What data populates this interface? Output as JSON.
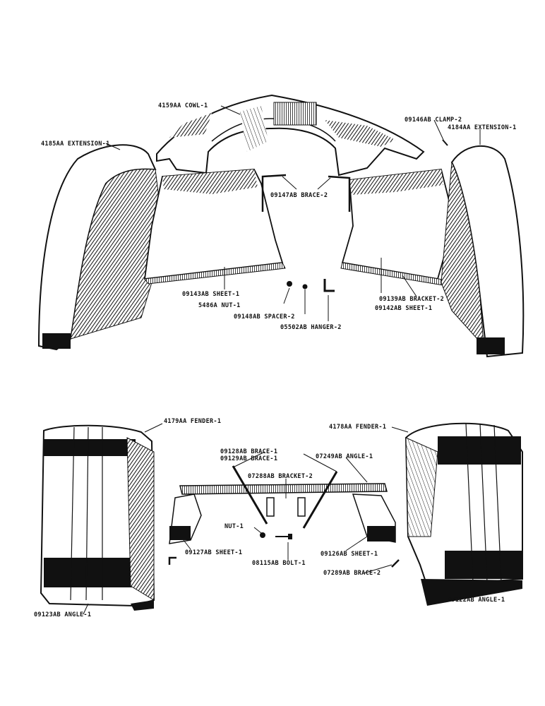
{
  "labels": {
    "cowl": "4159AA COWL-1",
    "clamp": "09146AB CLAMP-2",
    "ext_left": "4185AA EXTENSION-1",
    "ext_right": "4184AA EXTENSION-1",
    "brace_top": "09147AB BRACE-2",
    "sheet_09143": "09143AB SHEET-1",
    "nut_5486": "5486A NUT-1",
    "spacer": "09148AB SPACER-2",
    "hanger": "05502AB HANGER-2",
    "bracket_09139": "09139AB BRACKET-2",
    "sheet_09142": "09142AB SHEET-1",
    "fender_left": "4179AA FENDER-1",
    "fender_right": "4178AA FENDER-1",
    "brace_09128": "09128AB BRACE-1",
    "brace_09129": "09129AB BRACE-1",
    "angle_07249": "07249AB ANGLE-1",
    "bracket_07288": "07288AB BRACKET-2",
    "nut_small": "NUT-1",
    "sheet_09127": "09127AB SHEET-1",
    "bolt": "08115AB BOLT-1",
    "sheet_09126": "09126AB SHEET-1",
    "brace_07289": "07289AB BRACE-2",
    "angle_09123": "09123AB ANGLE-1",
    "angle_09122": "09122AB ANGLE-1"
  }
}
